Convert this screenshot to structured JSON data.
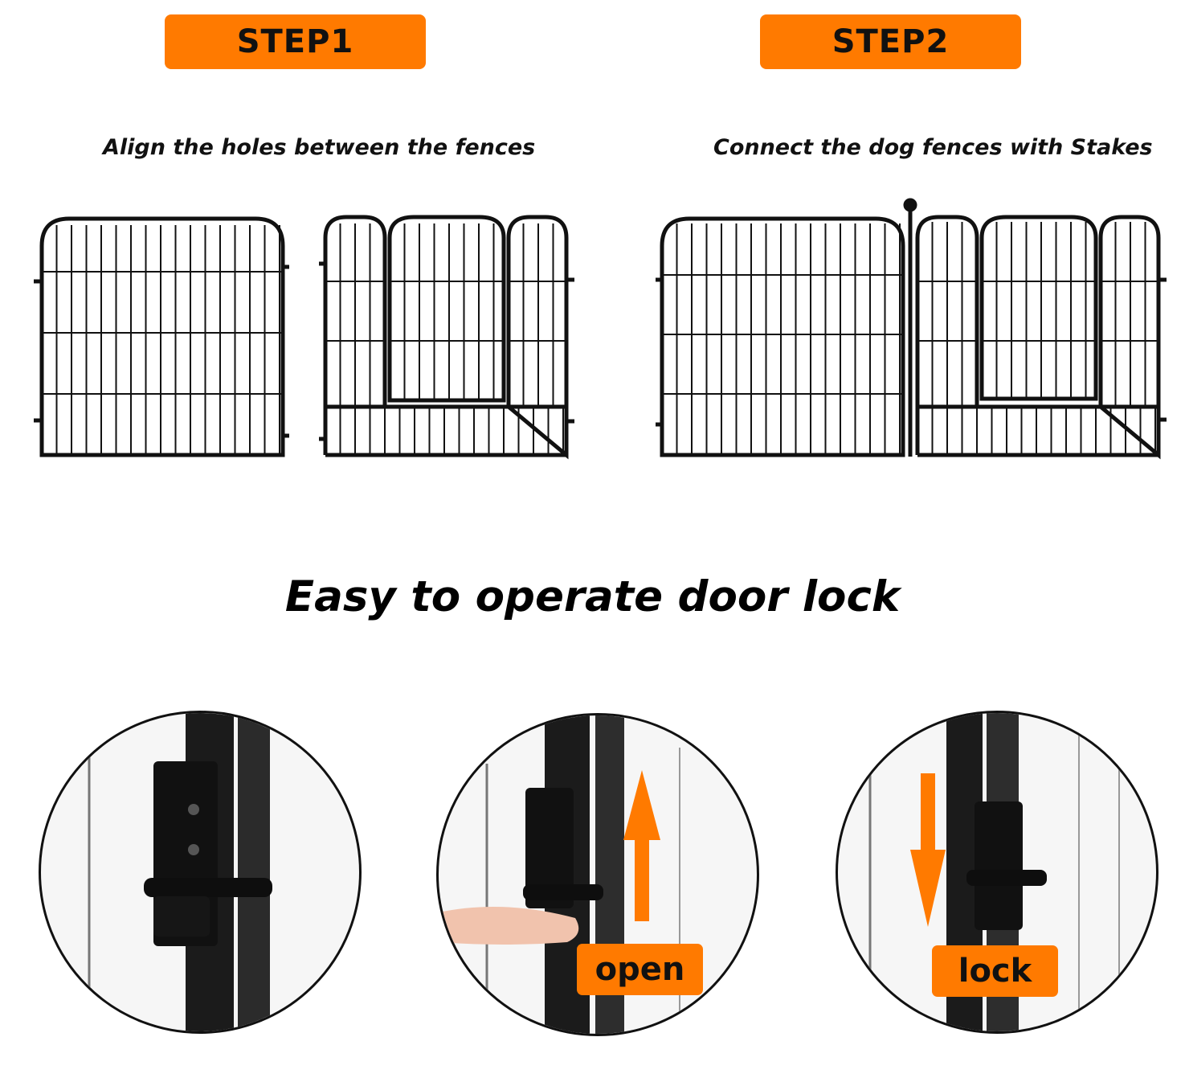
{
  "steps": [
    {
      "badge": "STEP1",
      "caption": "Align the holes between the fences"
    },
    {
      "badge": "STEP2",
      "caption": "Connect the dog fences with Stakes"
    }
  ],
  "headline": "Easy to operate door lock",
  "photos": [
    {
      "tag": ""
    },
    {
      "tag": "open",
      "arrow": "up"
    },
    {
      "tag": "lock",
      "arrow": "down"
    }
  ],
  "colors": {
    "accent": "#FF7A00",
    "ink": "#111111"
  }
}
